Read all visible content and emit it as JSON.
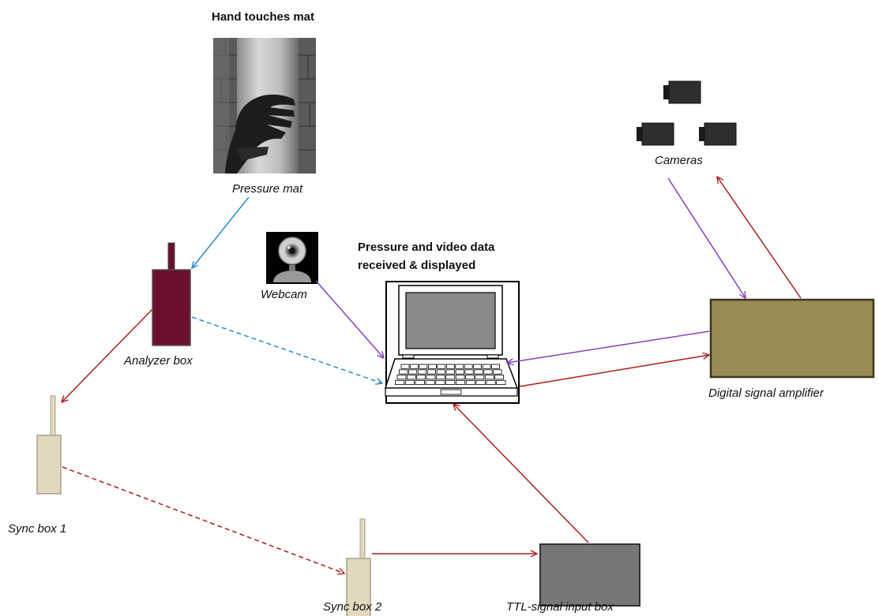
{
  "labels": {
    "hand_touches_mat": "Hand touches mat",
    "pressure_mat": "Pressure mat",
    "analyzer_box": "Analyzer box",
    "sync_box_1": "Sync box 1",
    "sync_box_2": "Sync box 2",
    "webcam": "Webcam",
    "computer_line1": "Pressure and video data",
    "computer_line2": "received & displayed",
    "cameras": "Cameras",
    "digital_signal_amplifier": "Digital signal amplifier",
    "ttl_input_box": "TTL-signal input box"
  },
  "colors": {
    "red_signal": "#b01c1c",
    "blue_signal": "#2a8ccf",
    "purple_signal": "#8a3fc2",
    "analyzer_fill": "#6b0f2e",
    "sync_fill": "#e1d8bf",
    "amplifier_fill": "#988b54",
    "ttl_fill": "#777777"
  },
  "connections": [
    {
      "from": "pressure-mat",
      "to": "analyzer-box",
      "color": "blue",
      "style": "solid"
    },
    {
      "from": "analyzer-box",
      "to": "computer",
      "color": "blue",
      "style": "dashed"
    },
    {
      "from": "analyzer-box",
      "to": "sync-box-1",
      "color": "red",
      "style": "solid"
    },
    {
      "from": "sync-box-1",
      "to": "sync-box-2",
      "color": "red",
      "style": "dashed"
    },
    {
      "from": "sync-box-2",
      "to": "ttl-input-box",
      "color": "red",
      "style": "solid"
    },
    {
      "from": "ttl-input-box",
      "to": "computer",
      "color": "red",
      "style": "solid"
    },
    {
      "from": "webcam",
      "to": "computer",
      "color": "purple",
      "style": "solid"
    },
    {
      "from": "amplifier",
      "to": "computer",
      "color": "purple",
      "style": "solid"
    },
    {
      "from": "computer",
      "to": "amplifier",
      "color": "red",
      "style": "solid"
    },
    {
      "from": "cameras",
      "to": "amplifier",
      "color": "purple",
      "style": "solid"
    },
    {
      "from": "amplifier",
      "to": "cameras",
      "color": "red",
      "style": "solid"
    }
  ]
}
